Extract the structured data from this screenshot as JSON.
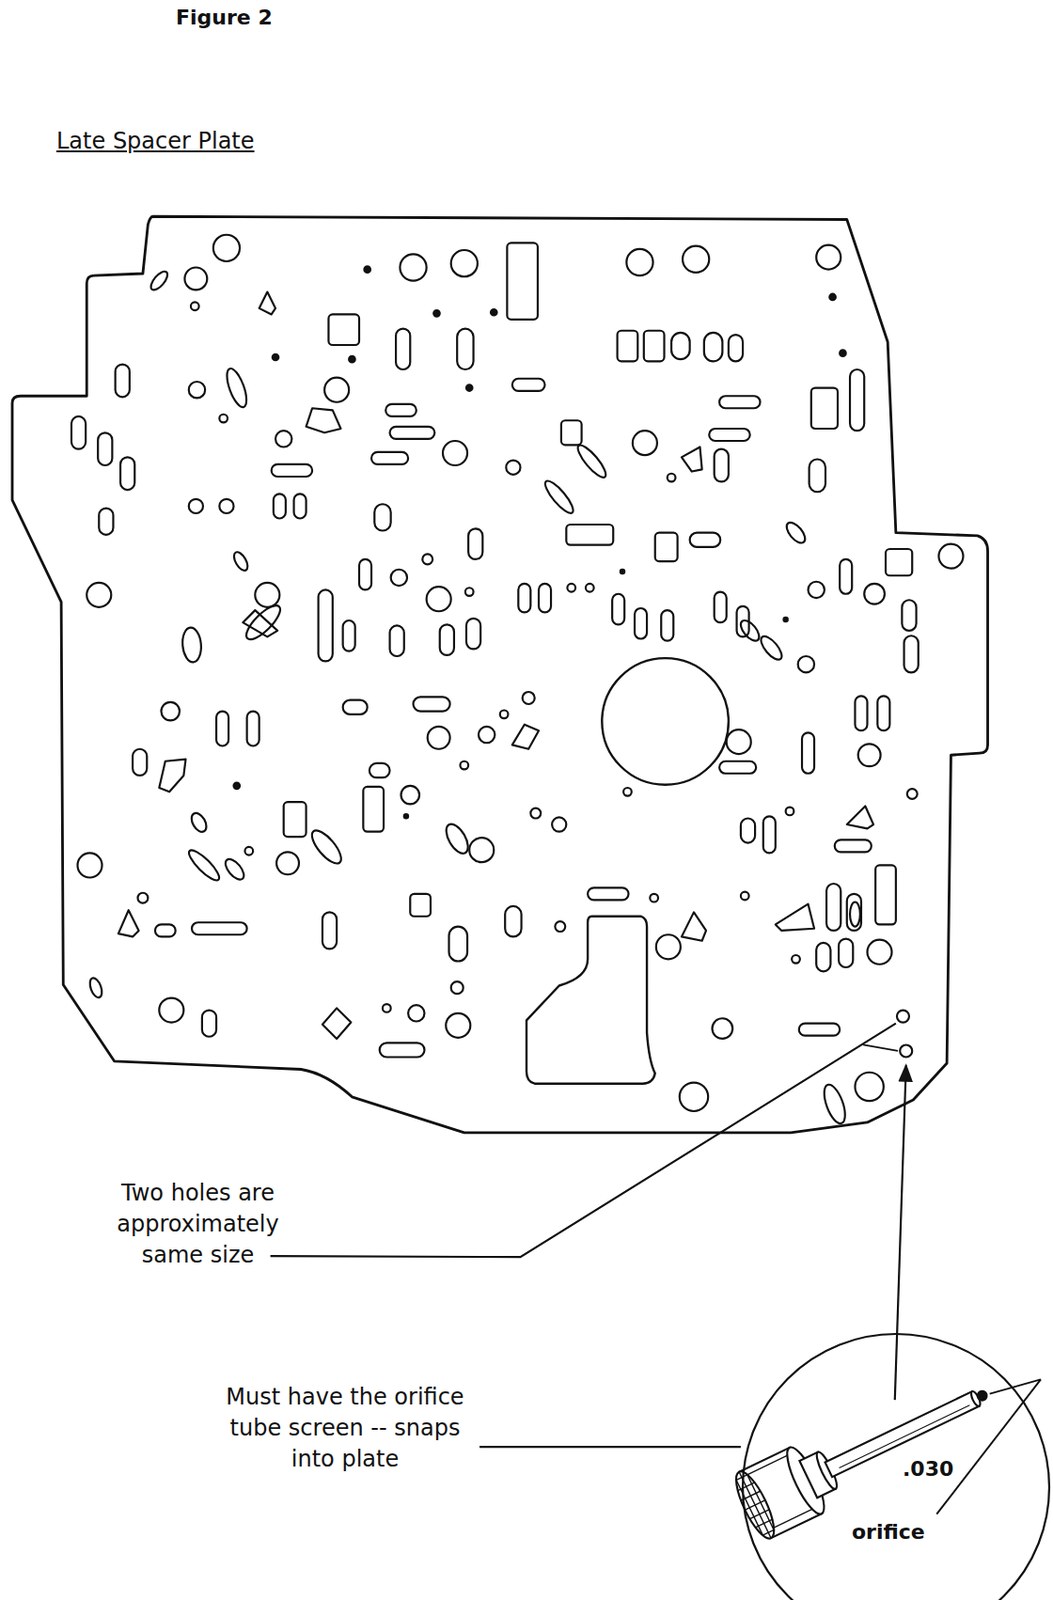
{
  "diagram": {
    "title": "Late Spacer Plate",
    "nodes": [
      {
        "text": [
          ".030",
          "orifice"
        ]
      }
    ],
    "labels": [
      "Figure 2",
      "Two holes are approximately same size",
      "Must have the orifice tube screen -- snaps into plate"
    ]
  }
}
